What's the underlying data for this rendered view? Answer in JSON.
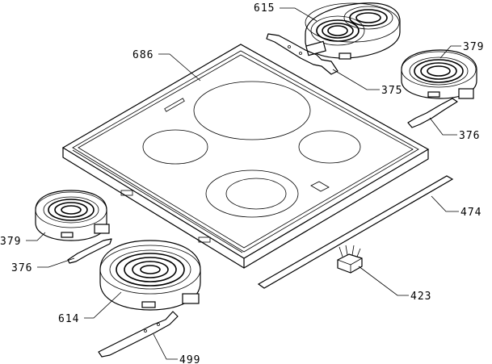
{
  "callouts": {
    "c615": "615",
    "c686": "686",
    "c379_top": "379",
    "c375": "375",
    "c376_right": "376",
    "c474": "474",
    "c379_left": "379",
    "c376_left": "376",
    "c423": "423",
    "c614": "614",
    "c499": "499"
  }
}
